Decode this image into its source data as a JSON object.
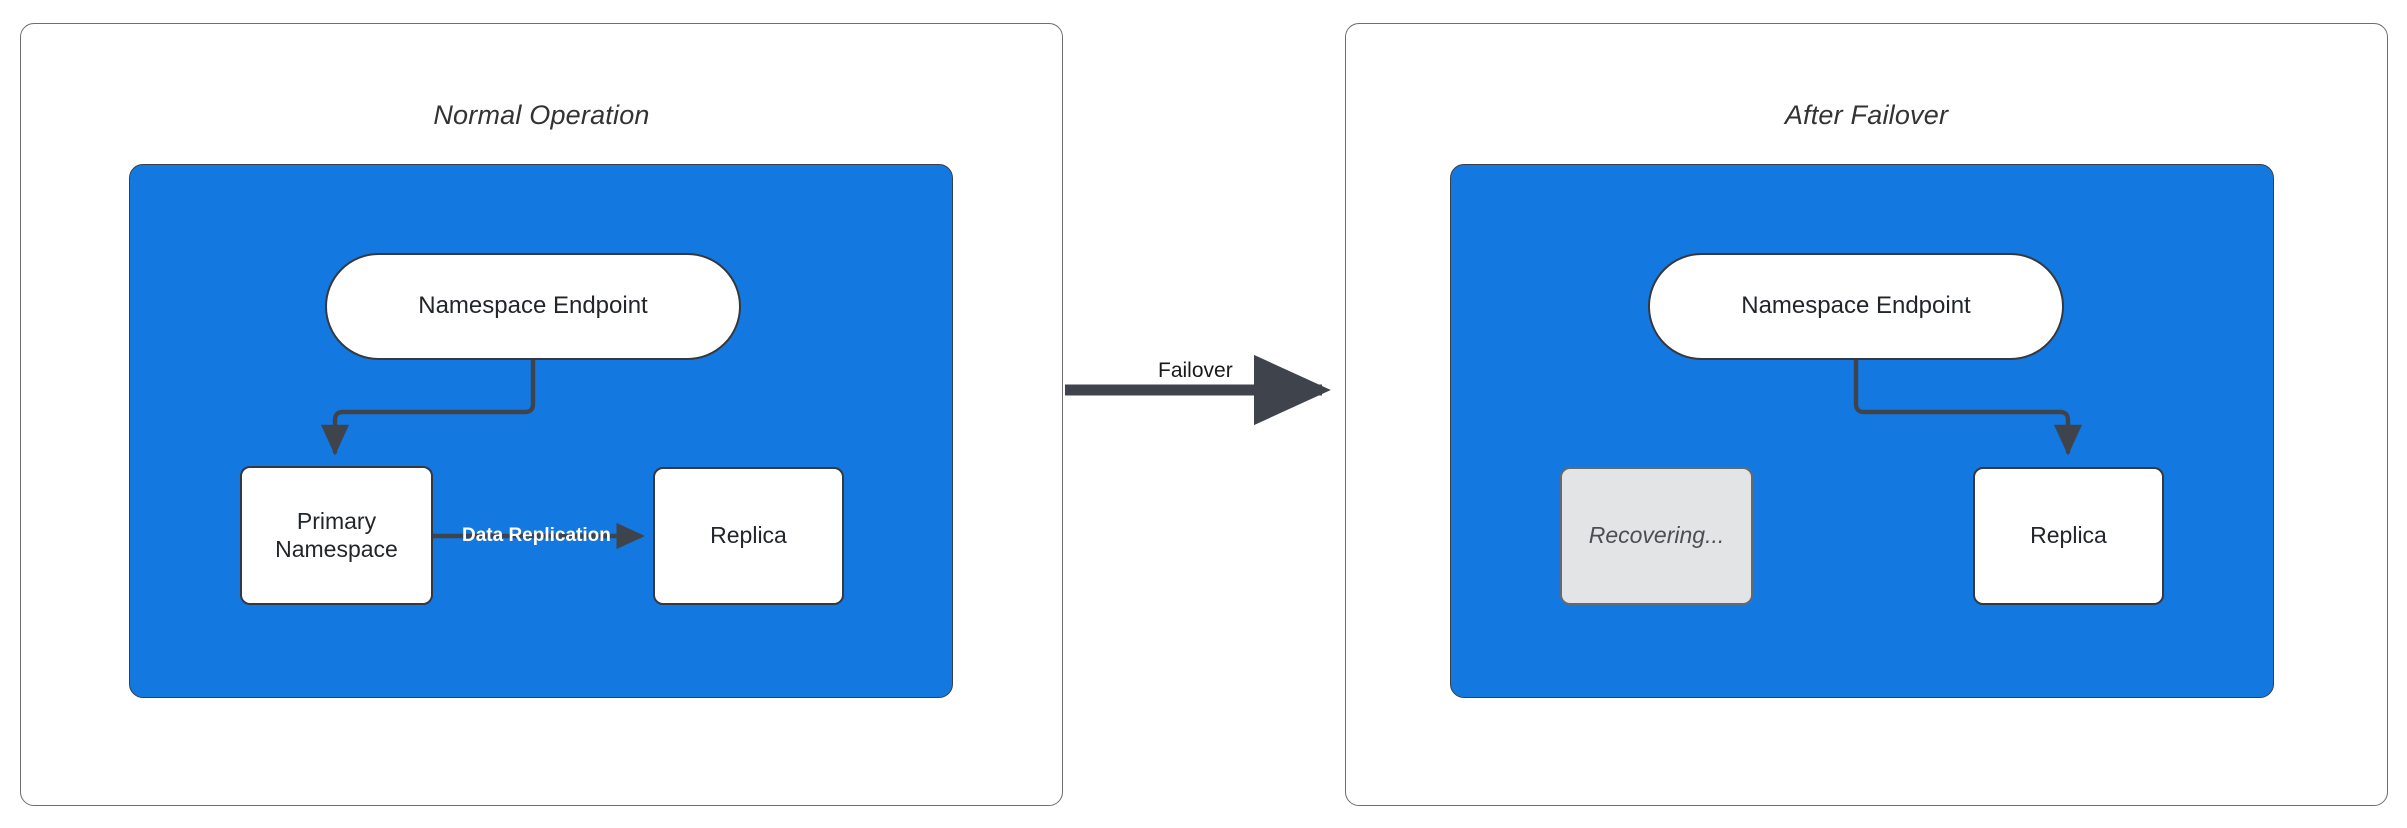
{
  "diagram": {
    "title_left": "Normal Operation",
    "title_right": "After Failover",
    "colors": {
      "cluster_blue": "#1478e1",
      "edge_dark": "#3f444c",
      "node_white": "#ffffff",
      "node_dim_gray": "#e2e4e6",
      "panel_border": "#6e6e6e"
    }
  },
  "panels": [
    {
      "id": "normal-operation",
      "title": "Normal Operation",
      "cluster": {
        "nodes": [
          {
            "id": "namespace-endpoint",
            "label": "Namespace Endpoint",
            "shape": "pill",
            "state": "active"
          },
          {
            "id": "primary-namespace",
            "label": "Primary\nNamespace",
            "label_line1": "Primary",
            "label_line2": "Namespace",
            "shape": "rect",
            "state": "active"
          },
          {
            "id": "replica",
            "label": "Replica",
            "shape": "rect",
            "state": "active"
          }
        ],
        "edges": [
          {
            "from": "namespace-endpoint",
            "to": "primary-namespace",
            "label": ""
          },
          {
            "from": "primary-namespace",
            "to": "replica",
            "label": "Data Replication"
          }
        ]
      }
    },
    {
      "id": "after-failover",
      "title": "After Failover",
      "cluster": {
        "nodes": [
          {
            "id": "namespace-endpoint",
            "label": "Namespace Endpoint",
            "shape": "pill",
            "state": "active"
          },
          {
            "id": "recovering",
            "label": "Recovering...",
            "shape": "rect",
            "state": "dimmed"
          },
          {
            "id": "replica",
            "label": "Replica",
            "shape": "rect",
            "state": "active"
          }
        ],
        "edges": [
          {
            "from": "namespace-endpoint",
            "to": "replica",
            "label": ""
          }
        ]
      }
    }
  ],
  "transition": {
    "label": "Failover",
    "from_panel": "normal-operation",
    "to_panel": "after-failover"
  }
}
